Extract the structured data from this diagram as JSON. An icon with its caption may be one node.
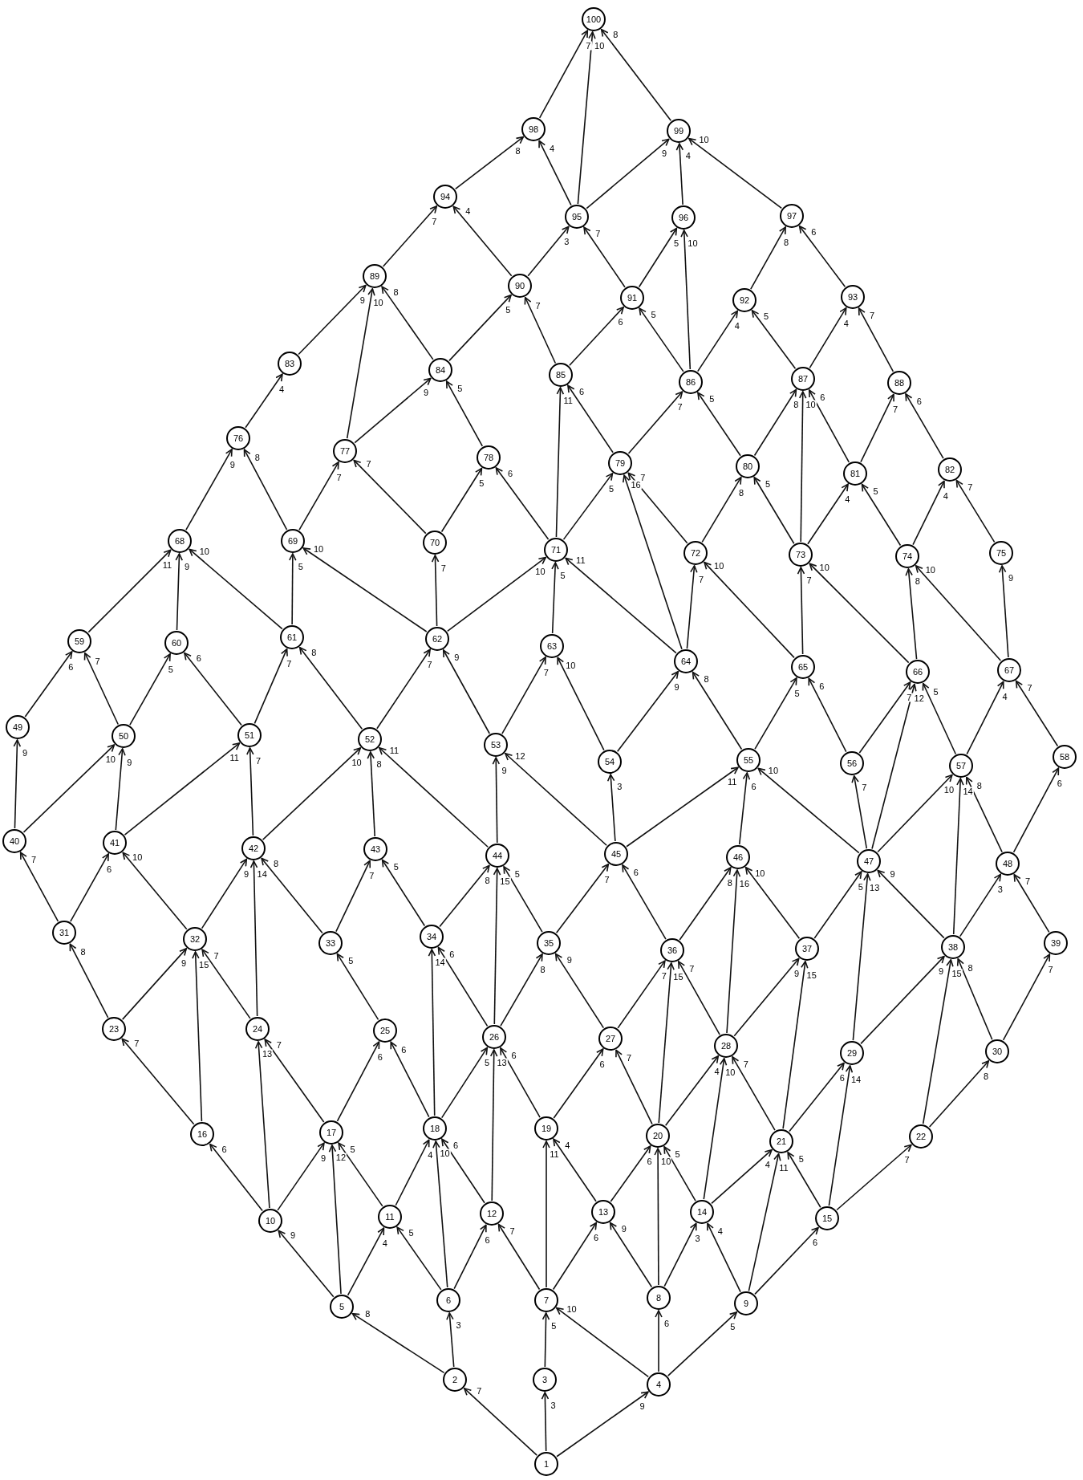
{
  "diagram": {
    "nodes": [
      {
        "text": [
          "1"
        ]
      },
      {
        "text": [
          "2"
        ]
      },
      {
        "text": [
          "3"
        ]
      },
      {
        "text": [
          "4"
        ]
      },
      {
        "text": [
          "5"
        ]
      },
      {
        "text": [
          "6"
        ]
      },
      {
        "text": [
          "7"
        ]
      },
      {
        "text": [
          "8"
        ]
      },
      {
        "text": [
          "9"
        ]
      },
      {
        "text": [
          "10"
        ]
      },
      {
        "text": [
          "11"
        ]
      },
      {
        "text": [
          "12"
        ]
      },
      {
        "text": [
          "13"
        ]
      },
      {
        "text": [
          "14"
        ]
      },
      {
        "text": [
          "15"
        ]
      },
      {
        "text": [
          "16"
        ]
      },
      {
        "text": [
          "17"
        ]
      },
      {
        "text": [
          "18"
        ]
      },
      {
        "text": [
          "19"
        ]
      },
      {
        "text": [
          "20"
        ]
      },
      {
        "text": [
          "21"
        ]
      },
      {
        "text": [
          "22"
        ]
      },
      {
        "text": [
          "23"
        ]
      },
      {
        "text": [
          "24"
        ]
      },
      {
        "text": [
          "25"
        ]
      },
      {
        "text": [
          "26"
        ]
      },
      {
        "text": [
          "27"
        ]
      },
      {
        "text": [
          "28"
        ]
      },
      {
        "text": [
          "29"
        ]
      },
      {
        "text": [
          "30"
        ]
      },
      {
        "text": [
          "31"
        ]
      },
      {
        "text": [
          "32"
        ]
      },
      {
        "text": [
          "33"
        ]
      },
      {
        "text": [
          "34"
        ]
      },
      {
        "text": [
          "35"
        ]
      },
      {
        "text": [
          "36"
        ]
      },
      {
        "text": [
          "37"
        ]
      },
      {
        "text": [
          "38"
        ]
      },
      {
        "text": [
          "39"
        ]
      },
      {
        "text": [
          "40"
        ]
      },
      {
        "text": [
          "41"
        ]
      },
      {
        "text": [
          "42"
        ]
      },
      {
        "text": [
          "43"
        ]
      },
      {
        "text": [
          "44"
        ]
      },
      {
        "text": [
          "45"
        ]
      },
      {
        "text": [
          "46"
        ]
      },
      {
        "text": [
          "47"
        ]
      },
      {
        "text": [
          "48"
        ]
      },
      {
        "text": [
          "49"
        ]
      },
      {
        "text": [
          "50"
        ]
      },
      {
        "text": [
          "51"
        ]
      },
      {
        "text": [
          "52"
        ]
      },
      {
        "text": [
          "53"
        ]
      },
      {
        "text": [
          "54"
        ]
      },
      {
        "text": [
          "55"
        ]
      },
      {
        "text": [
          "56"
        ]
      },
      {
        "text": [
          "57"
        ]
      },
      {
        "text": [
          "58"
        ]
      },
      {
        "text": [
          "59"
        ]
      },
      {
        "text": [
          "60"
        ]
      },
      {
        "text": [
          "61"
        ]
      },
      {
        "text": [
          "62"
        ]
      },
      {
        "text": [
          "63"
        ]
      },
      {
        "text": [
          "64"
        ]
      },
      {
        "text": [
          "65"
        ]
      },
      {
        "text": [
          "66"
        ]
      },
      {
        "text": [
          "67"
        ]
      },
      {
        "text": [
          "68"
        ]
      },
      {
        "text": [
          "69"
        ]
      },
      {
        "text": [
          "70"
        ]
      },
      {
        "text": [
          "71"
        ]
      },
      {
        "text": [
          "72"
        ]
      },
      {
        "text": [
          "73"
        ]
      },
      {
        "text": [
          "74"
        ]
      },
      {
        "text": [
          "75"
        ]
      },
      {
        "text": [
          "76"
        ]
      },
      {
        "text": [
          "77"
        ]
      },
      {
        "text": [
          "78"
        ]
      },
      {
        "text": [
          "79"
        ]
      },
      {
        "text": [
          "80"
        ]
      },
      {
        "text": [
          "81"
        ]
      },
      {
        "text": [
          "82"
        ]
      },
      {
        "text": [
          "83"
        ]
      },
      {
        "text": [
          "84"
        ]
      },
      {
        "text": [
          "85"
        ]
      },
      {
        "text": [
          "86"
        ]
      },
      {
        "text": [
          "87"
        ]
      },
      {
        "text": [
          "88"
        ]
      },
      {
        "text": [
          "89"
        ]
      },
      {
        "text": [
          "90"
        ]
      },
      {
        "text": [
          "91"
        ]
      },
      {
        "text": [
          "92"
        ]
      },
      {
        "text": [
          "93"
        ]
      },
      {
        "text": [
          "94"
        ]
      },
      {
        "text": [
          "95"
        ]
      },
      {
        "text": [
          "96"
        ]
      },
      {
        "text": [
          "97"
        ]
      },
      {
        "text": [
          "98"
        ]
      },
      {
        "text": [
          "99"
        ]
      },
      {
        "text": [
          "100"
        ]
      }
    ],
    "edges": [
      {
        "from": 0,
        "to": 1,
        "arrow": "to",
        "label": "7"
      },
      {
        "from": 0,
        "to": 2,
        "arrow": "to",
        "label": "3"
      },
      {
        "from": 0,
        "to": 3,
        "arrow": "to",
        "label": "9"
      },
      {
        "from": 1,
        "to": 4,
        "arrow": "to",
        "label": "8"
      },
      {
        "from": 1,
        "to": 5,
        "arrow": "to",
        "label": "3"
      },
      {
        "from": 2,
        "to": 6,
        "arrow": "to",
        "label": "5"
      },
      {
        "from": 3,
        "to": 6,
        "arrow": "to",
        "label": "10"
      },
      {
        "from": 3,
        "to": 7,
        "arrow": "to",
        "label": "6"
      },
      {
        "from": 3,
        "to": 8,
        "arrow": "to",
        "label": "5"
      },
      {
        "from": 4,
        "to": 9,
        "arrow": "to",
        "label": "9"
      },
      {
        "from": 4,
        "to": 10,
        "arrow": "to",
        "label": "4"
      },
      {
        "from": 4,
        "to": 16,
        "arrow": "to",
        "label": "12"
      },
      {
        "from": 5,
        "to": 10,
        "arrow": "to",
        "label": "5"
      },
      {
        "from": 5,
        "to": 11,
        "arrow": "to",
        "label": "6"
      },
      {
        "from": 5,
        "to": 17,
        "arrow": "to",
        "label": "10"
      },
      {
        "from": 6,
        "to": 11,
        "arrow": "to",
        "label": "7"
      },
      {
        "from": 6,
        "to": 12,
        "arrow": "to",
        "label": "6"
      },
      {
        "from": 6,
        "to": 18,
        "arrow": "to",
        "label": "11"
      },
      {
        "from": 7,
        "to": 12,
        "arrow": "to",
        "label": "9"
      },
      {
        "from": 7,
        "to": 13,
        "arrow": "to",
        "label": "3"
      },
      {
        "from": 7,
        "to": 19,
        "arrow": "to",
        "label": "10"
      },
      {
        "from": 8,
        "to": 13,
        "arrow": "to",
        "label": "4"
      },
      {
        "from": 8,
        "to": 14,
        "arrow": "to",
        "label": "6"
      },
      {
        "from": 8,
        "to": 20,
        "arrow": "to",
        "label": "11"
      },
      {
        "from": 9,
        "to": 15,
        "arrow": "to",
        "label": "6"
      },
      {
        "from": 9,
        "to": 16,
        "arrow": "to",
        "label": "9"
      },
      {
        "from": 9,
        "to": 23,
        "arrow": "to",
        "label": "13"
      },
      {
        "from": 10,
        "to": 16,
        "arrow": "to",
        "label": "5"
      },
      {
        "from": 10,
        "to": 17,
        "arrow": "to",
        "label": "4"
      },
      {
        "from": 11,
        "to": 17,
        "arrow": "to",
        "label": "6"
      },
      {
        "from": 11,
        "to": 25,
        "arrow": "to",
        "label": "13"
      },
      {
        "from": 12,
        "to": 18,
        "arrow": "to",
        "label": "4"
      },
      {
        "from": 12,
        "to": 19,
        "arrow": "to",
        "label": "6"
      },
      {
        "from": 13,
        "to": 19,
        "arrow": "to",
        "label": "5"
      },
      {
        "from": 13,
        "to": 20,
        "arrow": "to",
        "label": "4"
      },
      {
        "from": 13,
        "to": 27,
        "arrow": "to",
        "label": "10"
      },
      {
        "from": 14,
        "to": 20,
        "arrow": "to",
        "label": "5"
      },
      {
        "from": 14,
        "to": 21,
        "arrow": "to",
        "label": "7"
      },
      {
        "from": 14,
        "to": 28,
        "arrow": "to",
        "label": "14"
      },
      {
        "from": 15,
        "to": 22,
        "arrow": "to",
        "label": "7"
      },
      {
        "from": 15,
        "to": 31,
        "arrow": "to",
        "label": "15"
      },
      {
        "from": 16,
        "to": 23,
        "arrow": "to",
        "label": "7"
      },
      {
        "from": 16,
        "to": 24,
        "arrow": "to",
        "label": "6"
      },
      {
        "from": 17,
        "to": 24,
        "arrow": "to",
        "label": "6"
      },
      {
        "from": 17,
        "to": 25,
        "arrow": "to",
        "label": "5"
      },
      {
        "from": 17,
        "to": 33,
        "arrow": "to",
        "label": "14"
      },
      {
        "from": 18,
        "to": 25,
        "arrow": "to",
        "label": "6"
      },
      {
        "from": 18,
        "to": 26,
        "arrow": "to",
        "label": "6"
      },
      {
        "from": 19,
        "to": 26,
        "arrow": "to",
        "label": "7"
      },
      {
        "from": 19,
        "to": 27,
        "arrow": "to",
        "label": "4"
      },
      {
        "from": 19,
        "to": 35,
        "arrow": "to",
        "label": "15"
      },
      {
        "from": 20,
        "to": 27,
        "arrow": "to",
        "label": "7"
      },
      {
        "from": 20,
        "to": 28,
        "arrow": "to",
        "label": "6"
      },
      {
        "from": 20,
        "to": 36,
        "arrow": "to",
        "label": "15"
      },
      {
        "from": 21,
        "to": 29,
        "arrow": "to",
        "label": "8"
      },
      {
        "from": 21,
        "to": 37,
        "arrow": "to",
        "label": "15"
      },
      {
        "from": 22,
        "to": 30,
        "arrow": "to",
        "label": "8"
      },
      {
        "from": 22,
        "to": 31,
        "arrow": "to",
        "label": "9"
      },
      {
        "from": 23,
        "to": 31,
        "arrow": "to",
        "label": "7"
      },
      {
        "from": 23,
        "to": 41,
        "arrow": "to",
        "label": "14"
      },
      {
        "from": 24,
        "to": 32,
        "arrow": "to",
        "label": "5"
      },
      {
        "from": 25,
        "to": 33,
        "arrow": "to",
        "label": "6"
      },
      {
        "from": 25,
        "to": 34,
        "arrow": "to",
        "label": "8"
      },
      {
        "from": 25,
        "to": 43,
        "arrow": "to",
        "label": "15"
      },
      {
        "from": 26,
        "to": 34,
        "arrow": "to",
        "label": "9"
      },
      {
        "from": 26,
        "to": 35,
        "arrow": "to",
        "label": "7"
      },
      {
        "from": 27,
        "to": 35,
        "arrow": "to",
        "label": "7"
      },
      {
        "from": 27,
        "to": 36,
        "arrow": "to",
        "label": "9"
      },
      {
        "from": 27,
        "to": 45,
        "arrow": "to",
        "label": "16"
      },
      {
        "from": 28,
        "to": 37,
        "arrow": "to",
        "label": "9"
      },
      {
        "from": 28,
        "to": 46,
        "arrow": "to",
        "label": "13"
      },
      {
        "from": 29,
        "to": 37,
        "arrow": "to",
        "label": "8"
      },
      {
        "from": 29,
        "to": 38,
        "arrow": "to",
        "label": "7"
      },
      {
        "from": 30,
        "to": 39,
        "arrow": "to",
        "label": "7"
      },
      {
        "from": 30,
        "to": 40,
        "arrow": "to",
        "label": "6"
      },
      {
        "from": 31,
        "to": 40,
        "arrow": "to",
        "label": "10"
      },
      {
        "from": 31,
        "to": 41,
        "arrow": "to",
        "label": "9"
      },
      {
        "from": 32,
        "to": 41,
        "arrow": "to",
        "label": "8"
      },
      {
        "from": 32,
        "to": 42,
        "arrow": "to",
        "label": "7"
      },
      {
        "from": 33,
        "to": 42,
        "arrow": "to",
        "label": "5"
      },
      {
        "from": 33,
        "to": 43,
        "arrow": "to",
        "label": "8"
      },
      {
        "from": 34,
        "to": 43,
        "arrow": "to",
        "label": "5"
      },
      {
        "from": 34,
        "to": 44,
        "arrow": "to",
        "label": "7"
      },
      {
        "from": 35,
        "to": 44,
        "arrow": "to",
        "label": "6"
      },
      {
        "from": 35,
        "to": 45,
        "arrow": "to",
        "label": "8"
      },
      {
        "from": 36,
        "to": 45,
        "arrow": "to",
        "label": "10"
      },
      {
        "from": 36,
        "to": 46,
        "arrow": "to",
        "label": "5"
      },
      {
        "from": 37,
        "to": 46,
        "arrow": "to",
        "label": "9"
      },
      {
        "from": 37,
        "to": 47,
        "arrow": "to",
        "label": "3"
      },
      {
        "from": 37,
        "to": 56,
        "arrow": "to",
        "label": "14"
      },
      {
        "from": 38,
        "to": 47,
        "arrow": "to",
        "label": "7"
      },
      {
        "from": 39,
        "to": 48,
        "arrow": "to",
        "label": "9"
      },
      {
        "from": 39,
        "to": 49,
        "arrow": "to",
        "label": "10"
      },
      {
        "from": 40,
        "to": 49,
        "arrow": "to",
        "label": "9"
      },
      {
        "from": 40,
        "to": 50,
        "arrow": "to",
        "label": "11"
      },
      {
        "from": 41,
        "to": 50,
        "arrow": "to",
        "label": "7"
      },
      {
        "from": 41,
        "to": 51,
        "arrow": "to",
        "label": "10"
      },
      {
        "from": 42,
        "to": 51,
        "arrow": "to",
        "label": "8"
      },
      {
        "from": 43,
        "to": 51,
        "arrow": "to",
        "label": "11"
      },
      {
        "from": 43,
        "to": 52,
        "arrow": "to",
        "label": "9"
      },
      {
        "from": 44,
        "to": 52,
        "arrow": "to",
        "label": "12"
      },
      {
        "from": 44,
        "to": 53,
        "arrow": "to",
        "label": "3"
      },
      {
        "from": 44,
        "to": 54,
        "arrow": "to",
        "label": "11"
      },
      {
        "from": 45,
        "to": 54,
        "arrow": "to",
        "label": "6"
      },
      {
        "from": 46,
        "to": 54,
        "arrow": "to",
        "label": "10"
      },
      {
        "from": 46,
        "to": 55,
        "arrow": "to",
        "label": "7"
      },
      {
        "from": 46,
        "to": 56,
        "arrow": "to",
        "label": "10"
      },
      {
        "from": 46,
        "to": 65,
        "arrow": "to",
        "label": "12"
      },
      {
        "from": 47,
        "to": 56,
        "arrow": "to",
        "label": "8"
      },
      {
        "from": 47,
        "to": 57,
        "arrow": "to",
        "label": "6"
      },
      {
        "from": 48,
        "to": 58,
        "arrow": "to",
        "label": "6"
      },
      {
        "from": 49,
        "to": 58,
        "arrow": "to",
        "label": "7"
      },
      {
        "from": 49,
        "to": 59,
        "arrow": "to",
        "label": "5"
      },
      {
        "from": 50,
        "to": 59,
        "arrow": "to",
        "label": "6"
      },
      {
        "from": 50,
        "to": 60,
        "arrow": "to",
        "label": "7"
      },
      {
        "from": 51,
        "to": 60,
        "arrow": "to",
        "label": "8"
      },
      {
        "from": 51,
        "to": 61,
        "arrow": "to",
        "label": "7"
      },
      {
        "from": 52,
        "to": 61,
        "arrow": "to",
        "label": "9"
      },
      {
        "from": 52,
        "to": 62,
        "arrow": "to",
        "label": "7"
      },
      {
        "from": 53,
        "to": 62,
        "arrow": "to",
        "label": "10"
      },
      {
        "from": 53,
        "to": 63,
        "arrow": "to",
        "label": "9"
      },
      {
        "from": 54,
        "to": 63,
        "arrow": "to",
        "label": "8"
      },
      {
        "from": 54,
        "to": 64,
        "arrow": "to",
        "label": "5"
      },
      {
        "from": 55,
        "to": 64,
        "arrow": "to",
        "label": "6"
      },
      {
        "from": 55,
        "to": 65,
        "arrow": "to",
        "label": "7"
      },
      {
        "from": 56,
        "to": 65,
        "arrow": "to",
        "label": "5"
      },
      {
        "from": 56,
        "to": 66,
        "arrow": "to",
        "label": "4"
      },
      {
        "from": 57,
        "to": 66,
        "arrow": "to",
        "label": "7"
      },
      {
        "from": 58,
        "to": 67,
        "arrow": "to",
        "label": "11"
      },
      {
        "from": 59,
        "to": 67,
        "arrow": "to",
        "label": "9"
      },
      {
        "from": 60,
        "to": 67,
        "arrow": "to",
        "label": "10"
      },
      {
        "from": 60,
        "to": 68,
        "arrow": "to",
        "label": "5"
      },
      {
        "from": 61,
        "to": 68,
        "arrow": "to",
        "label": "10"
      },
      {
        "from": 61,
        "to": 69,
        "arrow": "to",
        "label": "7"
      },
      {
        "from": 61,
        "to": 70,
        "arrow": "to",
        "label": "10"
      },
      {
        "from": 62,
        "to": 70,
        "arrow": "to",
        "label": "5"
      },
      {
        "from": 63,
        "to": 70,
        "arrow": "to",
        "label": "11"
      },
      {
        "from": 63,
        "to": 71,
        "arrow": "to",
        "label": "7"
      },
      {
        "from": 63,
        "to": 78,
        "arrow": "to",
        "label": "16"
      },
      {
        "from": 64,
        "to": 71,
        "arrow": "to",
        "label": "10"
      },
      {
        "from": 64,
        "to": 72,
        "arrow": "to",
        "label": "7"
      },
      {
        "from": 65,
        "to": 72,
        "arrow": "to",
        "label": "10"
      },
      {
        "from": 65,
        "to": 73,
        "arrow": "to",
        "label": "8"
      },
      {
        "from": 66,
        "to": 73,
        "arrow": "to",
        "label": "10"
      },
      {
        "from": 66,
        "to": 74,
        "arrow": "to",
        "label": "9"
      },
      {
        "from": 67,
        "to": 75,
        "arrow": "to",
        "label": "9"
      },
      {
        "from": 68,
        "to": 75,
        "arrow": "to",
        "label": "8"
      },
      {
        "from": 68,
        "to": 76,
        "arrow": "to",
        "label": "7"
      },
      {
        "from": 69,
        "to": 76,
        "arrow": "to",
        "label": "7"
      },
      {
        "from": 69,
        "to": 77,
        "arrow": "to",
        "label": "5"
      },
      {
        "from": 70,
        "to": 77,
        "arrow": "to",
        "label": "6"
      },
      {
        "from": 70,
        "to": 78,
        "arrow": "to",
        "label": "5"
      },
      {
        "from": 70,
        "to": 84,
        "arrow": "to",
        "label": "11"
      },
      {
        "from": 71,
        "to": 78,
        "arrow": "to",
        "label": "7"
      },
      {
        "from": 71,
        "to": 79,
        "arrow": "to",
        "label": "8"
      },
      {
        "from": 72,
        "to": 79,
        "arrow": "to",
        "label": "5"
      },
      {
        "from": 72,
        "to": 80,
        "arrow": "to",
        "label": "4"
      },
      {
        "from": 72,
        "to": 86,
        "arrow": "to",
        "label": "10"
      },
      {
        "from": 73,
        "to": 80,
        "arrow": "to",
        "label": "5"
      },
      {
        "from": 73,
        "to": 81,
        "arrow": "to",
        "label": "4"
      },
      {
        "from": 74,
        "to": 81,
        "arrow": "to",
        "label": "7"
      },
      {
        "from": 75,
        "to": 82,
        "arrow": "to",
        "label": "4"
      },
      {
        "from": 76,
        "to": 83,
        "arrow": "to",
        "label": "9"
      },
      {
        "from": 76,
        "to": 88,
        "arrow": "to",
        "label": "10"
      },
      {
        "from": 77,
        "to": 83,
        "arrow": "to",
        "label": "5"
      },
      {
        "from": 78,
        "to": 84,
        "arrow": "to",
        "label": "6"
      },
      {
        "from": 78,
        "to": 85,
        "arrow": "to",
        "label": "7"
      },
      {
        "from": 79,
        "to": 85,
        "arrow": "to",
        "label": "5"
      },
      {
        "from": 79,
        "to": 86,
        "arrow": "to",
        "label": "8"
      },
      {
        "from": 80,
        "to": 86,
        "arrow": "to",
        "label": "6"
      },
      {
        "from": 80,
        "to": 87,
        "arrow": "to",
        "label": "7"
      },
      {
        "from": 81,
        "to": 87,
        "arrow": "to",
        "label": "6"
      },
      {
        "from": 82,
        "to": 88,
        "arrow": "to",
        "label": "9"
      },
      {
        "from": 83,
        "to": 88,
        "arrow": "to",
        "label": "8"
      },
      {
        "from": 83,
        "to": 89,
        "arrow": "to",
        "label": "5"
      },
      {
        "from": 84,
        "to": 89,
        "arrow": "to",
        "label": "7"
      },
      {
        "from": 84,
        "to": 90,
        "arrow": "to",
        "label": "6"
      },
      {
        "from": 85,
        "to": 90,
        "arrow": "to",
        "label": "5"
      },
      {
        "from": 85,
        "to": 91,
        "arrow": "to",
        "label": "4"
      },
      {
        "from": 85,
        "to": 95,
        "arrow": "to",
        "label": "10"
      },
      {
        "from": 86,
        "to": 91,
        "arrow": "to",
        "label": "5"
      },
      {
        "from": 86,
        "to": 92,
        "arrow": "to",
        "label": "4"
      },
      {
        "from": 87,
        "to": 92,
        "arrow": "to",
        "label": "7"
      },
      {
        "from": 88,
        "to": 93,
        "arrow": "to",
        "label": "7"
      },
      {
        "from": 89,
        "to": 93,
        "arrow": "to",
        "label": "4"
      },
      {
        "from": 89,
        "to": 94,
        "arrow": "to",
        "label": "3"
      },
      {
        "from": 90,
        "to": 94,
        "arrow": "to",
        "label": "7"
      },
      {
        "from": 90,
        "to": 95,
        "arrow": "to",
        "label": "5"
      },
      {
        "from": 91,
        "to": 96,
        "arrow": "to",
        "label": "8"
      },
      {
        "from": 92,
        "to": 96,
        "arrow": "to",
        "label": "6"
      },
      {
        "from": 93,
        "to": 97,
        "arrow": "to",
        "label": "8"
      },
      {
        "from": 94,
        "to": 97,
        "arrow": "to",
        "label": "4"
      },
      {
        "from": 94,
        "to": 98,
        "arrow": "to",
        "label": "9"
      },
      {
        "from": 94,
        "to": 99,
        "arrow": "to",
        "label": "10"
      },
      {
        "from": 95,
        "to": 98,
        "arrow": "to",
        "label": "4"
      },
      {
        "from": 96,
        "to": 98,
        "arrow": "to",
        "label": "10"
      },
      {
        "from": 97,
        "to": 99,
        "arrow": "to",
        "label": "7"
      },
      {
        "from": 98,
        "to": 99,
        "arrow": "to",
        "label": "8"
      }
    ]
  }
}
